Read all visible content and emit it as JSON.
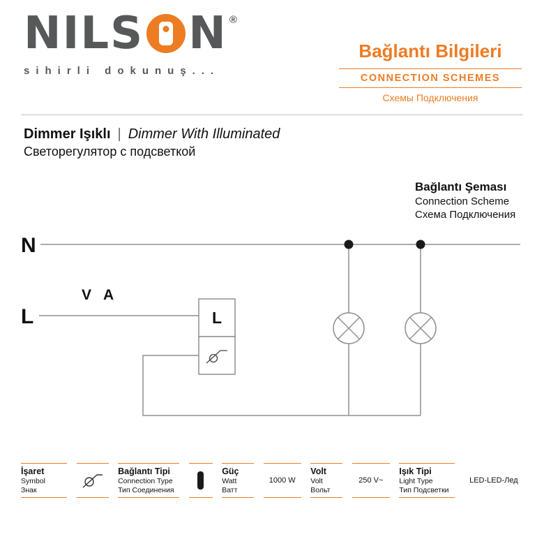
{
  "colors": {
    "brand_orange": "#ED7C23",
    "logo_gray": "#57585A",
    "wire_gray": "#8F8F8F"
  },
  "brand": {
    "logo_text_left": "NILS",
    "logo_text_right": "N",
    "registered_mark": "®",
    "tagline": "sihirli dokunuş..."
  },
  "header": {
    "title_tr": "Bağlantı Bilgileri",
    "title_en": "CONNECTION SCHEMES",
    "title_ru": "Схемы Подключения"
  },
  "product": {
    "name_tr": "Dimmer Işıklı",
    "separator": "|",
    "name_en": "Dimmer With Illuminated",
    "name_ru": "Светорегулятор с подсветкой"
  },
  "scheme": {
    "title_tr": "Bağlantı Şeması",
    "title_en": "Connection Scheme",
    "title_ru": "Схема Подключения",
    "label_n": "N",
    "label_l": "L",
    "label_va": "V A",
    "box_label": "L"
  },
  "icons": {
    "logo_o": "switch-in-circle",
    "symbol_value": "dimmer-symbol (circle with slanted line)",
    "connection_value": "single-pole connector pill",
    "lamp": "circle with X (lamp)"
  },
  "footer": {
    "symbol": {
      "tr": "İşaret",
      "en": "Symbol",
      "ru": "Знак"
    },
    "connection_type": {
      "tr": "Bağlantı Tipi",
      "en": "Connection Type",
      "ru": "Тип Соединения"
    },
    "power": {
      "tr": "Güç",
      "en": "Watt",
      "ru": "Ватт"
    },
    "power_value": "1000 W",
    "volt": {
      "tr": "Volt",
      "en": "Volt",
      "ru": "Вольт"
    },
    "volt_value": "250 V~",
    "light_type": {
      "tr": "Işık Tipi",
      "en": "Light Type",
      "ru": "Тип Подсветки"
    },
    "light_value": "LED-LED-Лед"
  }
}
